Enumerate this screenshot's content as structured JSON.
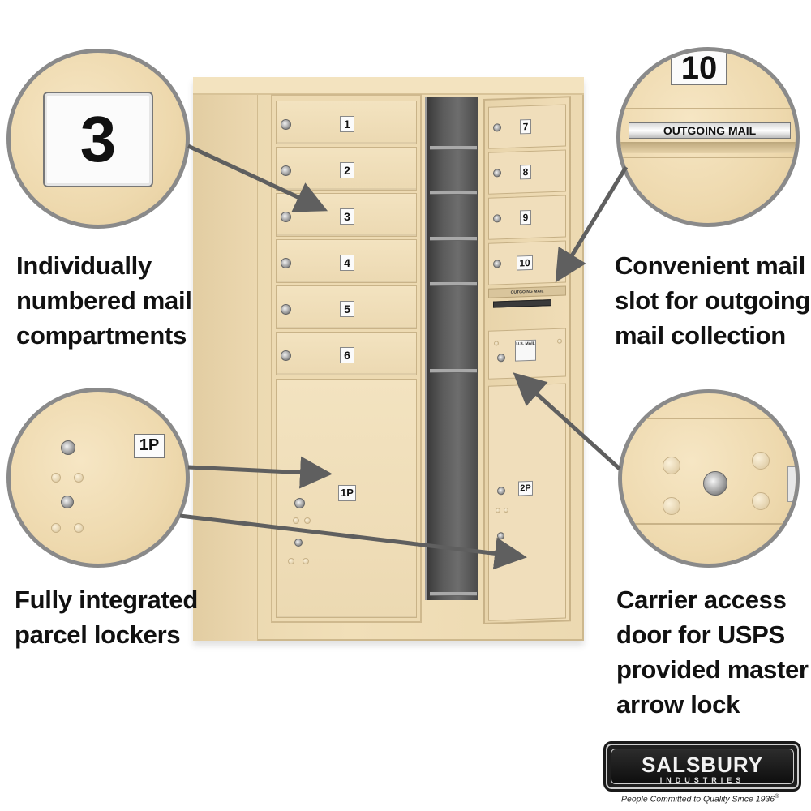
{
  "callouts": {
    "compartments": [
      "Individually",
      "numbered mail",
      "compartments"
    ],
    "outgoing": [
      "Convenient mail",
      "slot for outgoing",
      "mail collection"
    ],
    "parcel": [
      "Fully integrated",
      "parcel lockers"
    ],
    "carrier": [
      "Carrier access",
      "door for USPS",
      "provided master",
      "arrow lock"
    ]
  },
  "zoom_labels": {
    "compartment_number": "3",
    "outgoing_box_number": "10",
    "outgoing_slot_label": "OUTGOING MAIL",
    "parcel_number": "1P"
  },
  "mailbox": {
    "left_doors": [
      "1",
      "2",
      "3",
      "4",
      "5",
      "6"
    ],
    "right_doors": [
      "7",
      "8",
      "9",
      "10"
    ],
    "parcel_left": "1P",
    "parcel_right": "2P",
    "slot_label": "OUTGOING MAIL",
    "usps_plate": "U.S. MAIL"
  },
  "logo": {
    "name": "SALSBURY",
    "sub": "INDUSTRIES",
    "tagline": "People Committed to Quality Since 1936",
    "trademark": "®"
  },
  "colors": {
    "sandstone": "#eed9ae",
    "arrow": "#5f5f5f",
    "circle_border": "#8a8a8a"
  }
}
